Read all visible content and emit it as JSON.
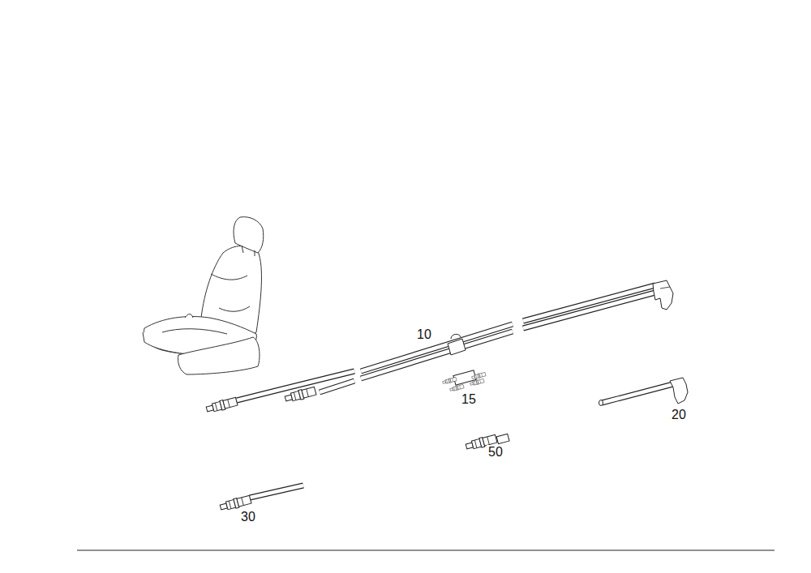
{
  "diagram": {
    "labels": [
      "10",
      "15",
      "20",
      "50",
      "30"
    ]
  }
}
